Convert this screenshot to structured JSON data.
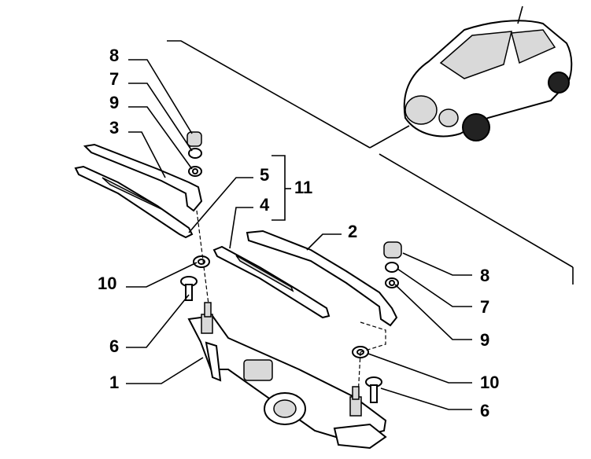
{
  "callouts": {
    "c8_left": "8",
    "c7_left": "7",
    "c9_left": "9",
    "c3": "3",
    "c5": "5",
    "c11": "11",
    "c4": "4",
    "c2": "2",
    "c8_right": "8",
    "c7_right": "7",
    "c9_right": "9",
    "c10_left": "10",
    "c6_left": "6",
    "c1": "1",
    "c10_right": "10",
    "c6_right": "6"
  },
  "colors": {
    "line": "#000000",
    "shade": "#d9d9d9",
    "background": "#ffffff"
  }
}
